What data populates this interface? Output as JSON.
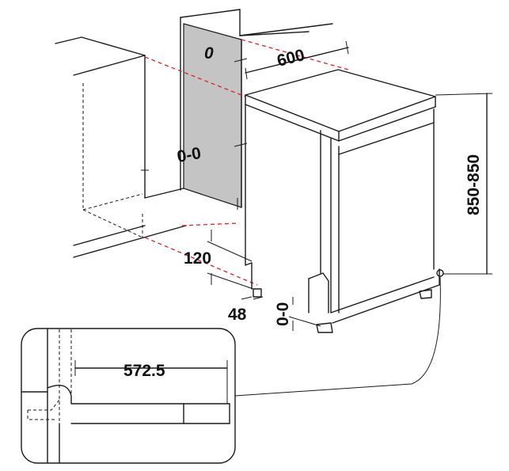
{
  "dimensions": {
    "width": "600",
    "height": "850-850",
    "gap_side": "0",
    "gap_panel": "0-0",
    "plinth_height": "120",
    "foot_depth": "48",
    "foot_adjust": "0-0",
    "inset_depth": "572.5"
  },
  "colors": {
    "cut_line": "#d9232a",
    "panel_fill": "#c4c4c4",
    "line": "#1a1a1a"
  }
}
